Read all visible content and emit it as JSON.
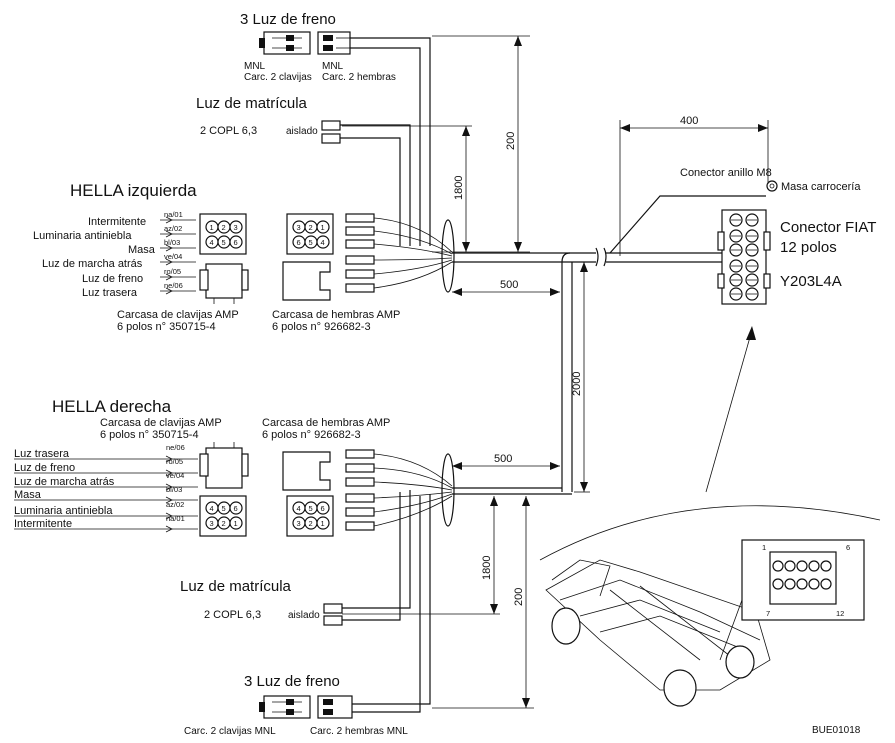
{
  "top_brake": {
    "title": "3 Luz de freno",
    "mnl_left": "MNL",
    "carc_left": "Carc. 2 clavijas",
    "mnl_right": "MNL",
    "carc_right": "Carc. 2 hembras"
  },
  "top_plate": {
    "title": "Luz de matrícula",
    "copl": "2 COPL 6,3",
    "aislado": "aislado"
  },
  "hella_left": {
    "title": "HELLA izquierda",
    "wires": [
      {
        "label": "Intermitente",
        "code": "na/01"
      },
      {
        "label": "Luminaria antiniebla",
        "code": "az/02"
      },
      {
        "label": "Masa",
        "code": "bl/03"
      },
      {
        "label": "Luz de marcha atrás",
        "code": "ve/04"
      },
      {
        "label": "Luz de freno",
        "code": "ro/05"
      },
      {
        "label": "Luz trasera",
        "code": "ne/06"
      }
    ],
    "pins_top": [
      "1",
      "2",
      "3"
    ],
    "pins_bottom": [
      "4",
      "5",
      "6"
    ],
    "pin_male_top": [
      "3",
      "2",
      "1"
    ],
    "pin_male_bottom": [
      "6",
      "5",
      "4"
    ],
    "plug_caption_1": "Carcasa de clavijas AMP",
    "plug_caption_2": "6 polos n° 350715-4",
    "socket_caption_1": "Carcasa de hembras AMP",
    "socket_caption_2": "6 polos n° 926682-3"
  },
  "hella_right": {
    "title": "HELLA derecha",
    "wires": [
      {
        "label": "Luz trasera",
        "code": "ne/06"
      },
      {
        "label": "Luz de freno",
        "code": "ro/05"
      },
      {
        "label": "Luz de marcha atrás",
        "code": "ve/04"
      },
      {
        "label": "Masa",
        "code": "bl/03"
      },
      {
        "label": "Luminaria antiniebla",
        "code": "az/02"
      },
      {
        "label": "Intermitente",
        "code": "na/01"
      }
    ],
    "pins_top": [
      "4",
      "5",
      "6"
    ],
    "pins_bottom": [
      "3",
      "2",
      "1"
    ],
    "pin_male_top": [
      "4",
      "5",
      "6"
    ],
    "pin_male_bottom": [
      "3",
      "2",
      "1"
    ],
    "plug_caption_1": "Carcasa de clavijas AMP",
    "plug_caption_2": "6 polos n° 350715-4",
    "socket_caption_1": "Carcasa de hembras AMP",
    "socket_caption_2": "6 polos n° 926682-3"
  },
  "bottom_plate": {
    "title": "Luz de matrícula",
    "copl": "2 COPL 6,3",
    "aislado": "aislado"
  },
  "bottom_brake": {
    "title": "3 Luz de freno",
    "carc_left": "Carc. 2 clavijas MNL",
    "carc_right": "Carc. 2 hembras MNL"
  },
  "dimensions": {
    "top_200": "200",
    "top_1800": "1800",
    "d400": "400",
    "d500_top": "500",
    "d500_bottom": "500",
    "d2000": "2000",
    "bottom_1800": "1800",
    "bottom_200": "200"
  },
  "fiat": {
    "ring_label": "Conector anillo M8",
    "ground_label": "Masa carrocería",
    "conn_title_1": "Conector FIAT",
    "conn_title_2": "12 polos",
    "conn_code": "Y203L4A"
  },
  "inset": {
    "pin_1": "1",
    "pin_6": "6",
    "pin_7": "7",
    "pin_12": "12"
  },
  "figure_code": "BUE01018"
}
